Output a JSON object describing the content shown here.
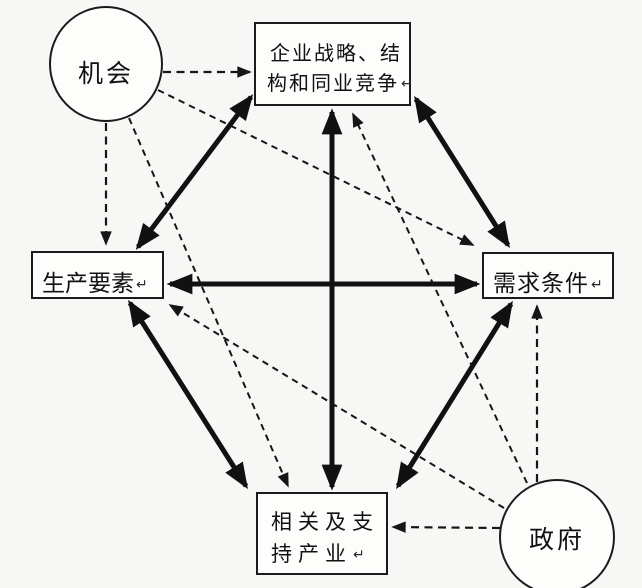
{
  "diagram": {
    "model": "porter-diamond",
    "background_color": "#f7f7f5",
    "stroke_color": "#111111",
    "node_fill_color": "#fdfdfc"
  },
  "marks": {
    "return": "↵"
  },
  "nodes": {
    "chance": {
      "shape": "circle",
      "label": "机会"
    },
    "government": {
      "shape": "circle",
      "label": "政府"
    },
    "strategy": {
      "shape": "rect",
      "line1": "企业战略、结",
      "line2": "构和同业竞争"
    },
    "factors": {
      "shape": "rect",
      "label": "生产要素"
    },
    "demand": {
      "shape": "rect",
      "label": "需求条件"
    },
    "related": {
      "shape": "rect",
      "line1": "相关及支",
      "line2": "持产业"
    }
  },
  "edges": {
    "solid_bidirectional": [
      {
        "from": "strategy",
        "to": "factors"
      },
      {
        "from": "strategy",
        "to": "demand"
      },
      {
        "from": "strategy",
        "to": "related"
      },
      {
        "from": "factors",
        "to": "demand"
      },
      {
        "from": "factors",
        "to": "related"
      },
      {
        "from": "demand",
        "to": "related"
      }
    ],
    "dashed_directed": [
      {
        "from": "chance",
        "to": "strategy"
      },
      {
        "from": "chance",
        "to": "factors"
      },
      {
        "from": "chance",
        "to": "demand"
      },
      {
        "from": "chance",
        "to": "related"
      },
      {
        "from": "government",
        "to": "strategy"
      },
      {
        "from": "government",
        "to": "factors"
      },
      {
        "from": "government",
        "to": "demand"
      },
      {
        "from": "government",
        "to": "related"
      }
    ]
  }
}
